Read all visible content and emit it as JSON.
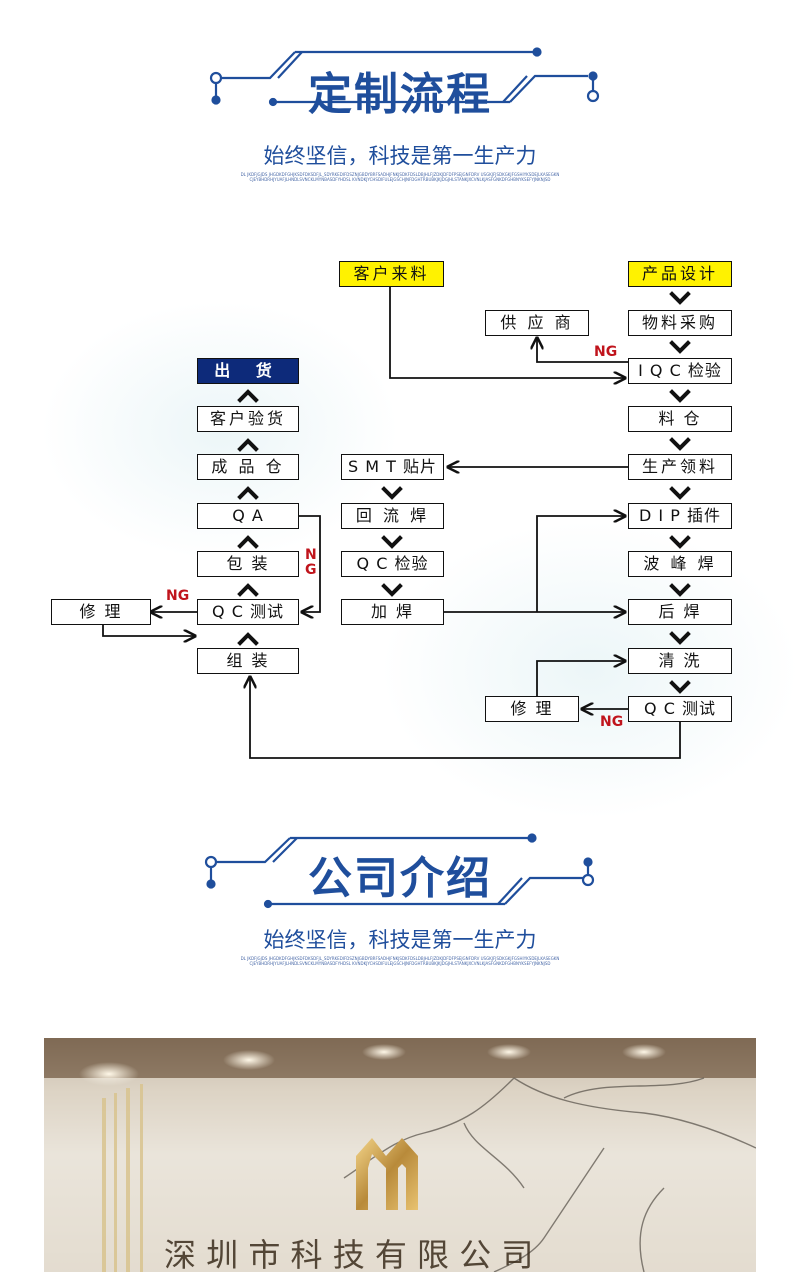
{
  "section1": {
    "title": "定制流程",
    "subtitle": "始终坚信，科技是第一生产力",
    "tiny_text": "DL JKDFJGJDS JHGDKDFGHJKSDFDKSDFJL_SDYRKEDIFDSZNJGBDYBRFSADHJFNKJSDKFDSLDBJHLFJZDKJDFDFPSEJGNFDRV USGKJFJSDKGKJFGSHIYKSDEJLKASEGKNCJEYBHDRHJYUAFJLHNDLSVNCKLMYNBASDFYHDSL KVNDKJYCHSDIFULEJGSCHJNFDGHTRBUBKJKJDGJHLSTANKJXCVNLKJASFGNKDFGHBNYKSEFYJNKNJSD"
  },
  "section2": {
    "title": "公司介绍",
    "subtitle": "始终坚信，科技是第一生产力",
    "tiny_text": "DL JKDFJGJDS JHGDKDFGHJKSDFDKSDFJL_SDYRKEDIFDSZNJGBDYBRFSADHJFNKJSDKFDSLDBJHLFJZDKJDFDFPSEJGNFDRV USGKJFJSDKGKJFGSHIYKSDEJLKASEGKNCJEYBHDRHJYUAFJLHNDLSVNCKLMYNBASDFYHDSL KVNDKJYCHSDIFULEJGSCHJNFDGHTRBUBKJKJDGJHLSTANKJXCVNLKJASFGNKDFGHBNYKSEFYJNKNJSD"
  },
  "flow": {
    "customer_material": "客户来料",
    "product_design": "产品设计",
    "supplier": "供 应 商",
    "purchase": "物料采购",
    "iqc": "I Q C 检验",
    "warehouse": "料      仓",
    "issue": "生产领料",
    "dip": "D I P 插件",
    "wave": "波 峰 焊",
    "post_weld": "后      焊",
    "clean": "清      洗",
    "qc_test_right": "Q C 测试",
    "repair_right": "修      理",
    "smt": "S M T 贴片",
    "reflow": "回 流 焊",
    "qc_check": "Q C 检验",
    "add_weld": "加      焊",
    "ship": "出   货",
    "customer_check": "客户验货",
    "finished_store": "成 品 仓",
    "qa": "Q          A",
    "pack": "包      装",
    "qc_test_left": "Q C 测试",
    "repair_left": "修      理",
    "assemble": "组      装",
    "ng1": "NG",
    "ng2": "NG",
    "ng3": "N",
    "ng3b": "G",
    "ng4": "NG"
  },
  "colors": {
    "brand_blue": "#1f4e9c",
    "navy": "#0d2a7a",
    "highlight_yellow": "#fff200",
    "ng_red": "#c0141c"
  }
}
